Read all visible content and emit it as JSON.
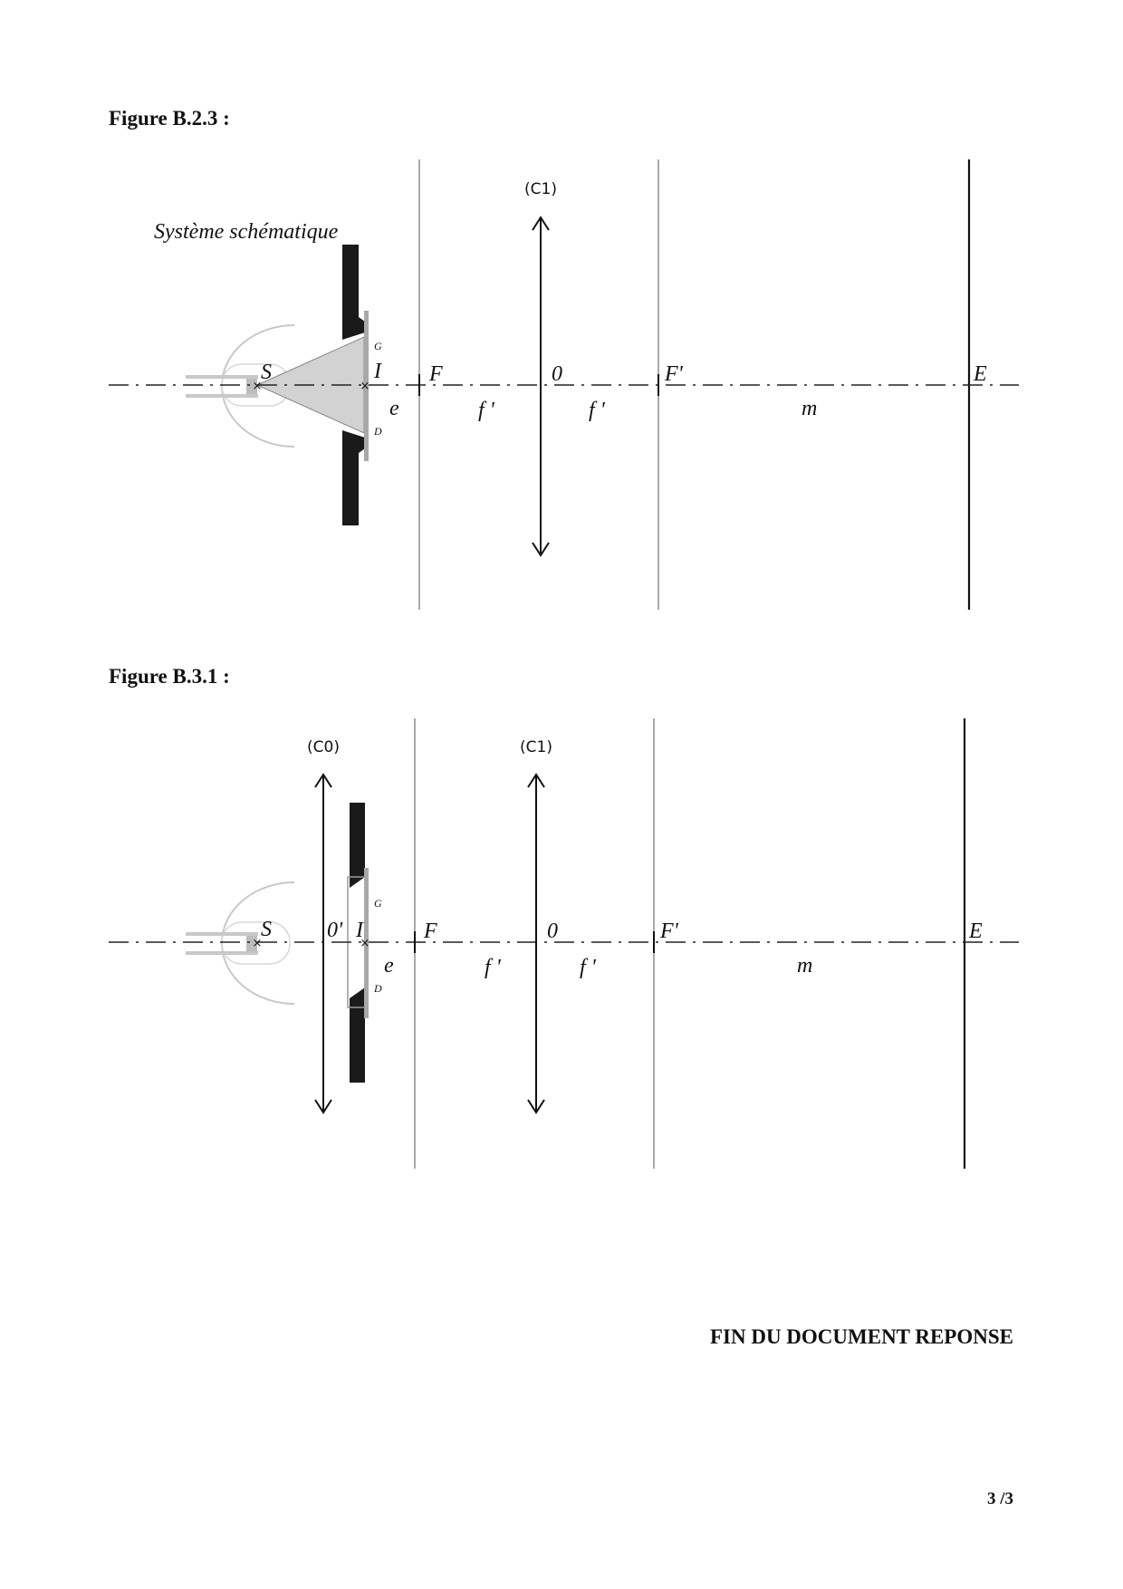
{
  "figure1": {
    "title": "Figure B.2.3 :",
    "caption": "Système schématique",
    "lens_label": "(C1)",
    "labels": {
      "S": "S",
      "I": "I",
      "G": "G",
      "D": "D",
      "F": "F",
      "O": "0",
      "Fp": "F'",
      "E": "E",
      "e": "e",
      "f1": "f '",
      "f2": "f '",
      "m": "m"
    }
  },
  "figure2": {
    "title": "Figure B.3.1 :",
    "lens0_label": "(C0)",
    "lens1_label": "(C1)",
    "labels": {
      "S": "S",
      "Op": "0'",
      "I": "I",
      "G": "G",
      "D": "D",
      "F": "F",
      "O": "0",
      "Fp": "F'",
      "E": "E",
      "e": "e",
      "f1": "f '",
      "f2": "f '",
      "m": "m"
    }
  },
  "footer": {
    "end_text": "FIN DU DOCUMENT REPONSE",
    "page": "3 /3"
  }
}
